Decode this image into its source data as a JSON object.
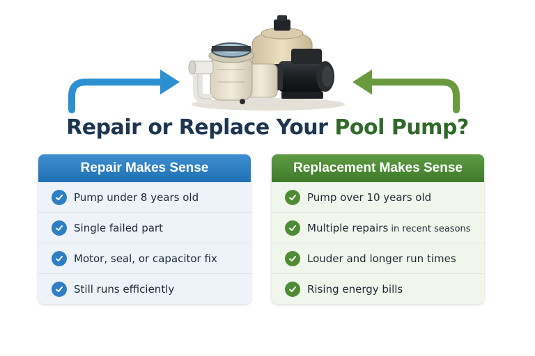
{
  "title": {
    "main": "Repair or Replace Your ",
    "accent": "Pool Pump?"
  },
  "colors": {
    "title": "#1d3550",
    "title_accent": "#2f6a2a",
    "repair_header": "#1f6fb4",
    "replace_header": "#3e7a2a",
    "repair_check": "#2e7fc3",
    "replace_check": "#4f8a34"
  },
  "icons": {
    "left_arrow": "arrow-right-icon",
    "right_arrow": "arrow-left-icon",
    "check": "check-circle-icon",
    "hero": "pool-pump-illustration"
  },
  "repair": {
    "header": "Repair Makes Sense",
    "items": [
      {
        "text": "Pump under 8 years old"
      },
      {
        "text": "Single failed part"
      },
      {
        "text": "Motor, seal, or capacitor fix"
      },
      {
        "text": "Still runs efficiently"
      }
    ]
  },
  "replace": {
    "header": "Replacement Makes Sense",
    "items": [
      {
        "text": "Pump over 10 years old"
      },
      {
        "text": "Multiple repairs",
        "small": " in recent seasons"
      },
      {
        "text": "Louder and longer run times"
      },
      {
        "text": "Rising energy bills"
      }
    ]
  }
}
